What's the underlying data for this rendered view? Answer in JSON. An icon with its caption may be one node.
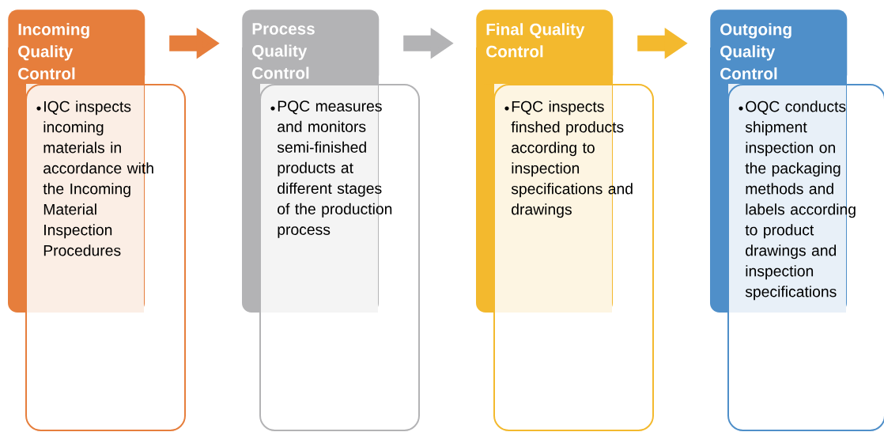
{
  "diagram": {
    "nodes": [
      {
        "text": [
          "Incoming Quality Control"
        ]
      },
      {
        "text": [
          "IQC inspects incoming materials in accordance with the Incoming Material Inspection Procedures"
        ]
      },
      {
        "text": [
          "Process Quality Control"
        ]
      },
      {
        "text": [
          "PQC measures and monitors semi-finished products at different stages of the production process"
        ]
      },
      {
        "text": [
          "Final Quality Control"
        ]
      },
      {
        "text": [
          "FQC inspects finshed products according to inspection specifications and drawings"
        ]
      },
      {
        "text": [
          "Outgoing Quality Control"
        ]
      },
      {
        "text": [
          "OQC conducts shipment inspection on the packaging methods and labels according to product drawings and inspection specifications"
        ]
      }
    ],
    "edges": [
      {
        "from": 0,
        "to": 2,
        "arrow": "to",
        "color": "#e67e3c"
      },
      {
        "from": 2,
        "to": 4,
        "arrow": "to",
        "color": "#b3b3b5"
      },
      {
        "from": 4,
        "to": 6,
        "arrow": "to",
        "color": "#f3b92e"
      }
    ]
  }
}
